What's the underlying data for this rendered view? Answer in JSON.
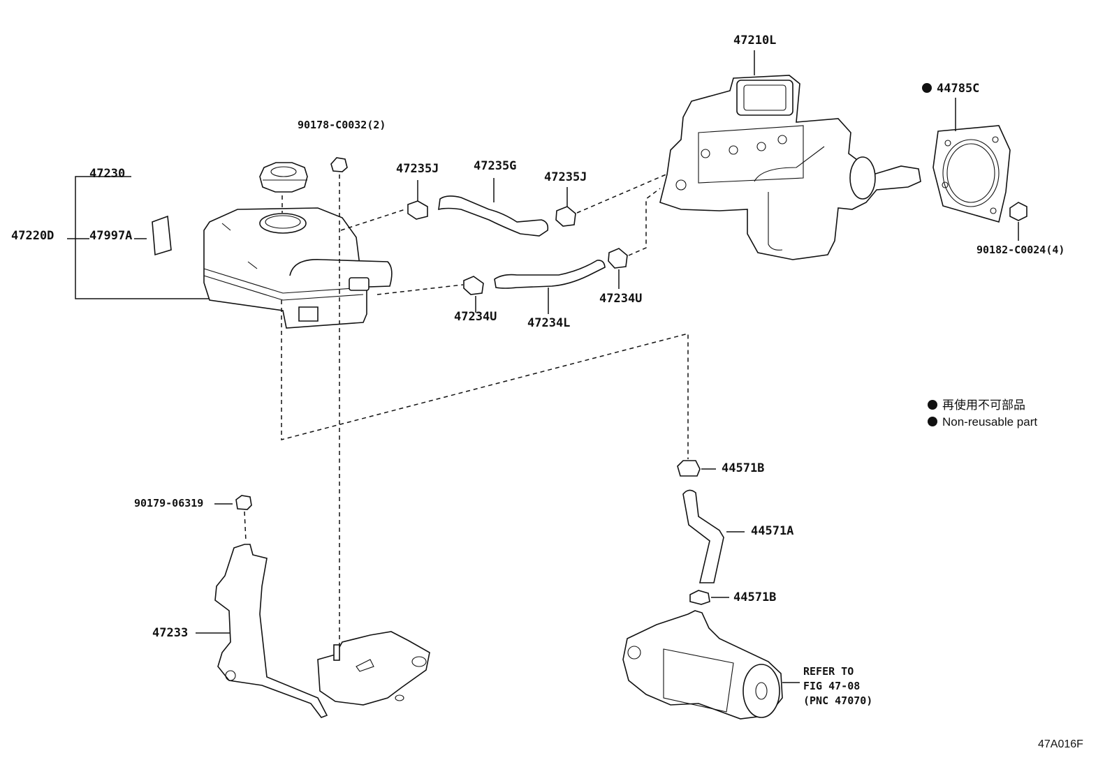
{
  "labels": {
    "l47210L": "47210L",
    "l44785C": "44785C",
    "l90178": "90178-C0032(2)",
    "l47230": "47230",
    "l47235J_a": "47235J",
    "l47235G": "47235G",
    "l47235J_b": "47235J",
    "l47220D": "47220D",
    "l47997A": "47997A",
    "l90182": "90182-C0024(4)",
    "l47234U_a": "47234U",
    "l47234L": "47234L",
    "l47234U_b": "47234U",
    "l44571B_a": "44571B",
    "l44571A": "44571A",
    "l44571B_b": "44571B",
    "l90179": "90179-06319",
    "l47233": "47233",
    "refer_line1": "REFER TO",
    "refer_line2": "FIG 47-08",
    "refer_line3": "(PNC 47070)"
  },
  "legend": {
    "line1": "再使用不可部品",
    "line2": "Non-reusable part"
  },
  "figure_id": "47A016F"
}
